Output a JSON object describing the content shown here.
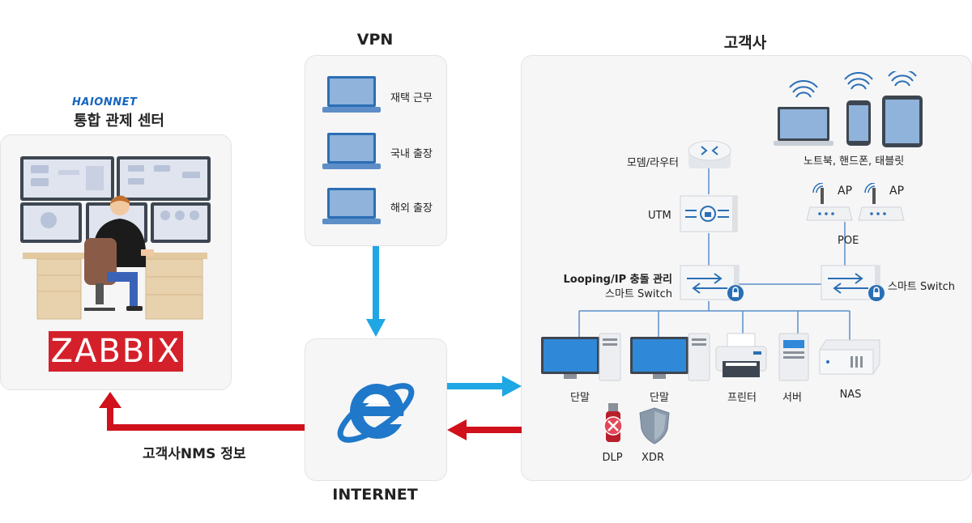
{
  "headers": {
    "vpn": "VPN",
    "customer": "고객사",
    "internet": "INTERNET",
    "center_brand": "HAIONNET",
    "center_title": "통합 관제 센터"
  },
  "center": {
    "zabbix": "ZABBIX"
  },
  "vpn": {
    "items": [
      "재택 근무",
      "국내 출장",
      "해외 출장"
    ]
  },
  "customer": {
    "modem": "모뎀/라우터",
    "utm": "UTM",
    "mobile": "노트북, 핸드폰, 태블릿",
    "ap1": "AP",
    "ap2": "AP",
    "poe": "POE",
    "switch_left_line1": "Looping/IP 충돌 관리",
    "switch_left_line2": "스마트 Switch",
    "switch_right": "스마트 Switch",
    "devices": [
      "단말",
      "단말",
      "프린터",
      "서버",
      "NAS"
    ],
    "security": [
      "DLP",
      "XDR"
    ]
  },
  "flow": {
    "nms_label": "고객사NMS 정보"
  },
  "colors": {
    "blue_arrow": "#1ea7e4",
    "red_arrow": "#d0111b",
    "device_blue": "#2a6fb5",
    "zabbix_red": "#d4202a"
  }
}
